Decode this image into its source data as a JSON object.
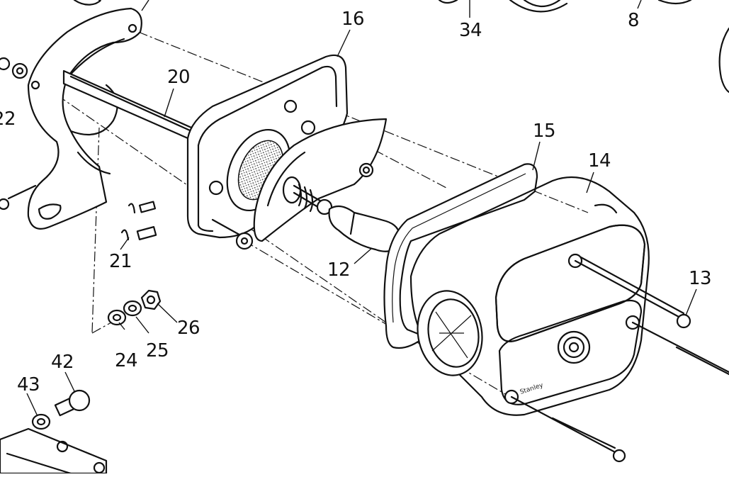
{
  "diagram": {
    "part_labels": {
      "p8": "8",
      "p12": "12",
      "p13": "13",
      "p14": "14",
      "p15": "15",
      "p16": "16",
      "p20": "20",
      "p21": "21",
      "p22": "22",
      "p24": "24",
      "p25": "25",
      "p26": "26",
      "p34": "34",
      "p42": "42",
      "p43": "43"
    },
    "lens_mark": "Stanley",
    "colors": {
      "ink": "#111111",
      "paper": "#ffffff"
    }
  }
}
